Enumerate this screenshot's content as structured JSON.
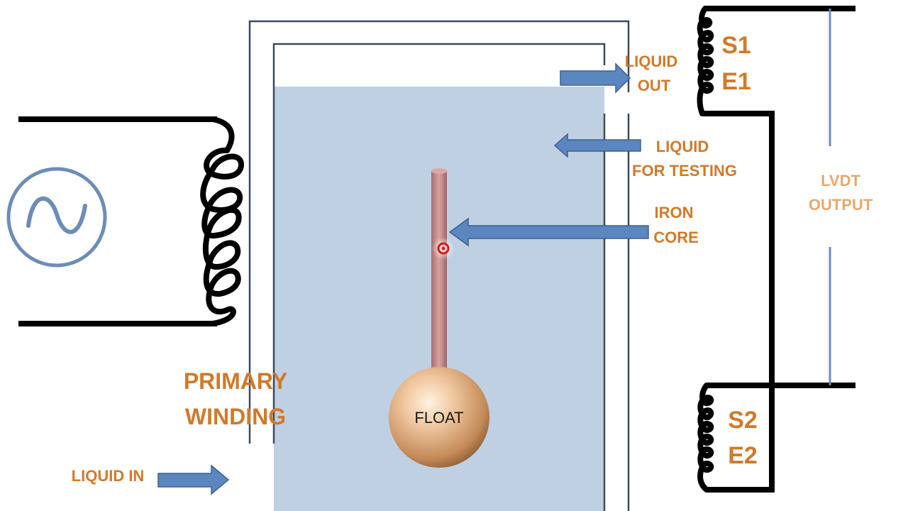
{
  "labels": {
    "liquid_out_1": "LIQUID",
    "liquid_out_2": "OUT",
    "liquid_testing_1": "LIQUID",
    "liquid_testing_2": "FOR TESTING",
    "iron_core_1": "IRON",
    "iron_core_2": "CORE",
    "primary_1": "PRIMARY",
    "primary_2": "WINDING",
    "liquid_in": "LIQUID IN",
    "float": "FLOAT",
    "lvdt_1": "LVDT",
    "lvdt_2": "OUTPUT",
    "s1": "S1",
    "e1": "E1",
    "s2": "S2",
    "e2": "E2"
  },
  "colors": {
    "label": "#d07a2a",
    "liquid": "#bfd0e3",
    "arrow": "#5b86bf",
    "arrow_edge": "#3c618f",
    "wire": "#000000",
    "tank_wall": "#3b4a5c",
    "source": "#6c8db5",
    "rod": "#c98f8f",
    "float": "#e8b88a"
  },
  "icons": {
    "ac_source": "sine-wave-source-icon",
    "float_ball": "sphere-icon"
  }
}
